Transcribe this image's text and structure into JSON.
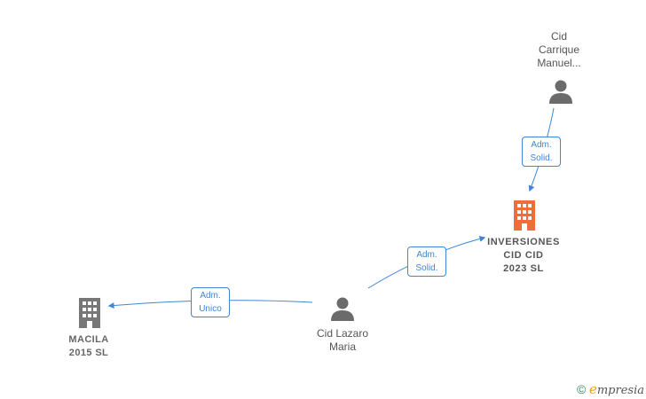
{
  "nodes": {
    "person_top": {
      "lines": "Cid\nCarrique\nManuel..."
    },
    "focus_company": {
      "lines": "INVERSIONES\nCID CID\n2023  SL"
    },
    "person_mid": {
      "lines": "Cid Lazaro\nMaria"
    },
    "company_left": {
      "lines": "MACILA\n2015  SL"
    }
  },
  "edges": {
    "top_to_focus": {
      "label": "Adm.\nSolid."
    },
    "mid_to_focus": {
      "label": "Adm.\nSolid."
    },
    "mid_to_left": {
      "label": "Adm.\nUnico"
    }
  },
  "brand": {
    "copyright": "©",
    "e": "e",
    "rest": "mpresia"
  },
  "colors": {
    "edge": "#3f86d4",
    "focus": "#f26b3a",
    "company": "#777777",
    "person": "#6b6b6b"
  }
}
